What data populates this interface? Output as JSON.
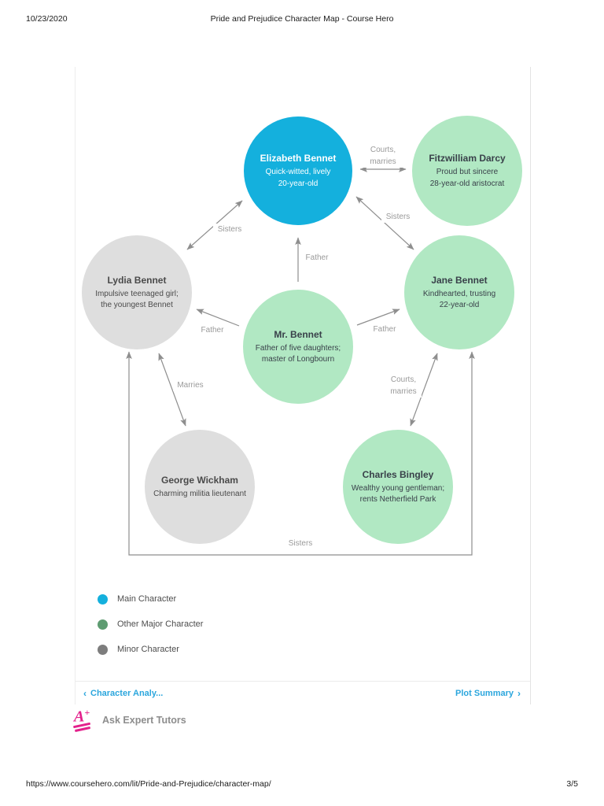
{
  "print": {
    "date": "10/23/2020",
    "title": "Pride and Prejudice Character Map - Course Hero",
    "url": "https://www.coursehero.com/lit/Pride-and-Prejudice/character-map/",
    "page": "3/5"
  },
  "chart_data": {
    "type": "diagram",
    "title": "Pride and Prejudice Character Map",
    "nodes": [
      {
        "id": "elizabeth",
        "name": "Elizabeth Bennet",
        "desc": "Quick-witted, lively\n20-year-old",
        "kind": "main",
        "color": "#14b0dd"
      },
      {
        "id": "darcy",
        "name": "Fitzwilliam Darcy",
        "desc": "Proud but sincere\n28-year-old aristocrat",
        "kind": "major",
        "color": "#a6e5bb"
      },
      {
        "id": "lydia",
        "name": "Lydia Bennet",
        "desc": "Impulsive teenaged girl;\nthe youngest Bennet",
        "kind": "minor",
        "color": "#dedede"
      },
      {
        "id": "jane",
        "name": "Jane Bennet",
        "desc": "Kindhearted, trusting\n22-year-old",
        "kind": "major",
        "color": "#a6e5bb"
      },
      {
        "id": "mrbennet",
        "name": "Mr. Bennet",
        "desc": "Father of five daughters;\nmaster of Longbourn",
        "kind": "major",
        "color": "#a6e5bb"
      },
      {
        "id": "wickham",
        "name": "George Wickham",
        "desc": "Charming militia lieutenant",
        "kind": "minor",
        "color": "#dedede"
      },
      {
        "id": "bingley",
        "name": "Charles Bingley",
        "desc": "Wealthy young gentleman;\nrents Netherfield Park",
        "kind": "major",
        "color": "#a6e5bb"
      }
    ],
    "edges": [
      {
        "from": "elizabeth",
        "to": "darcy",
        "label": "Courts,\nmarries",
        "arrows": "both"
      },
      {
        "from": "elizabeth",
        "to": "lydia",
        "label": "Sisters",
        "arrows": "both"
      },
      {
        "from": "darcy",
        "to": "jane",
        "label": "Sisters",
        "arrows": "both"
      },
      {
        "from": "mrbennet",
        "to": "elizabeth",
        "label": "Father",
        "arrows": "to"
      },
      {
        "from": "mrbennet",
        "to": "lydia",
        "label": "Father",
        "arrows": "to"
      },
      {
        "from": "mrbennet",
        "to": "jane",
        "label": "Father",
        "arrows": "to"
      },
      {
        "from": "wickham",
        "to": "lydia",
        "label": "Marries",
        "arrows": "to"
      },
      {
        "from": "bingley",
        "to": "jane",
        "label": "Courts,\nmarries",
        "arrows": "to"
      },
      {
        "from": "lydia",
        "to": "jane",
        "label": "Sisters",
        "arrows": "both"
      }
    ]
  },
  "labels": {
    "courts_marries_top": "Courts,\nmarries",
    "sisters_left": "Sisters",
    "sisters_right": "Sisters",
    "father_up": "Father",
    "father_left": "Father",
    "father_right": "Father",
    "marries": "Marries",
    "courts_marries_bottom": "Courts,\nmarries",
    "sisters_bottom": "Sisters"
  },
  "legend": {
    "items": [
      {
        "label": "Main Character",
        "color": "#14b0dd"
      },
      {
        "label": "Other Major Character",
        "color": "#5e9c71"
      },
      {
        "label": "Minor Character",
        "color": "#7d7d7d"
      }
    ]
  },
  "page_nav": {
    "prev_label": "Character Analy...",
    "next_label": "Plot Summary",
    "prev_chevron": "‹",
    "next_chevron": "›"
  },
  "tutor_bar": {
    "badge": "A",
    "plus": "+",
    "label": "Ask Expert Tutors"
  }
}
